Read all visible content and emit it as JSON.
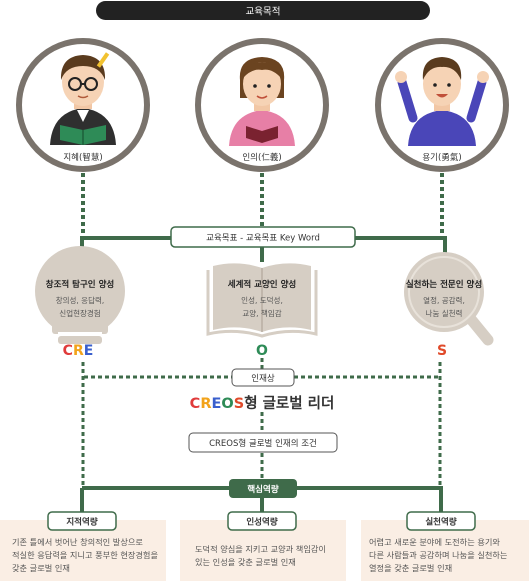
{
  "header": {
    "title": "교육목적"
  },
  "figures": [
    {
      "label": "지혜(智慧)"
    },
    {
      "label": "인의(仁義)"
    },
    {
      "label": "용기(勇氣)"
    }
  ],
  "key_word_bar": {
    "label": "교육목표 - 교육목표 Key Word"
  },
  "goals": [
    {
      "title": "창조적 탐구인 양성",
      "items": [
        "창의성, 응답력,",
        "신업현장경험"
      ],
      "letter": "CRE"
    },
    {
      "title": "세계적 교양인 양성",
      "items": [
        "인성, 도덕성,",
        "교양, 책임감"
      ],
      "letter": "O"
    },
    {
      "title": "실천하는 전문인 양성",
      "items": [
        "열정, 공감력,",
        "나눔 실천력"
      ],
      "letter": "S"
    }
  ],
  "talent": {
    "label": "인재상",
    "headline_letters": [
      "C",
      "R",
      "E",
      "O",
      "S"
    ],
    "headline_rest": "형 글로벌 리더",
    "conditions_label": "CREOS형 글로벌 인재의 조건"
  },
  "core": {
    "label": "핵심역량",
    "items": [
      {
        "label": "지적역량",
        "desc": [
          "기존 틀에서 벗어난 창의적인 발상으로",
          "적실한 응답력을 지니고 풍부한 현장경험을",
          "갖춘 글로벌 인재"
        ]
      },
      {
        "label": "인성역량",
        "desc": [
          "도덕적 양심을 지키고 교양과 책임감이",
          "있는 인성을 갖춘 글로벌 인재"
        ]
      },
      {
        "label": "실천역량",
        "desc": [
          "어렵고 새로운 분야에 도전하는 용기와",
          "다른 사람들과 공감하며 나눔을 실천하는",
          "열정을 갖춘 글로벌 인재"
        ]
      }
    ]
  },
  "colors": {
    "dark": "#222222",
    "green": "#3f6b4a",
    "dotted": "#3f6b4a",
    "circle_ring": "#7a736c",
    "beige": "#d6cec4",
    "desc_bg": "#faeee4",
    "letter_C": "#e03b3b",
    "letter_R": "#f2a31b",
    "letter_E": "#3a5fcd",
    "letter_O": "#2e8b57",
    "letter_S": "#e04a2a"
  }
}
